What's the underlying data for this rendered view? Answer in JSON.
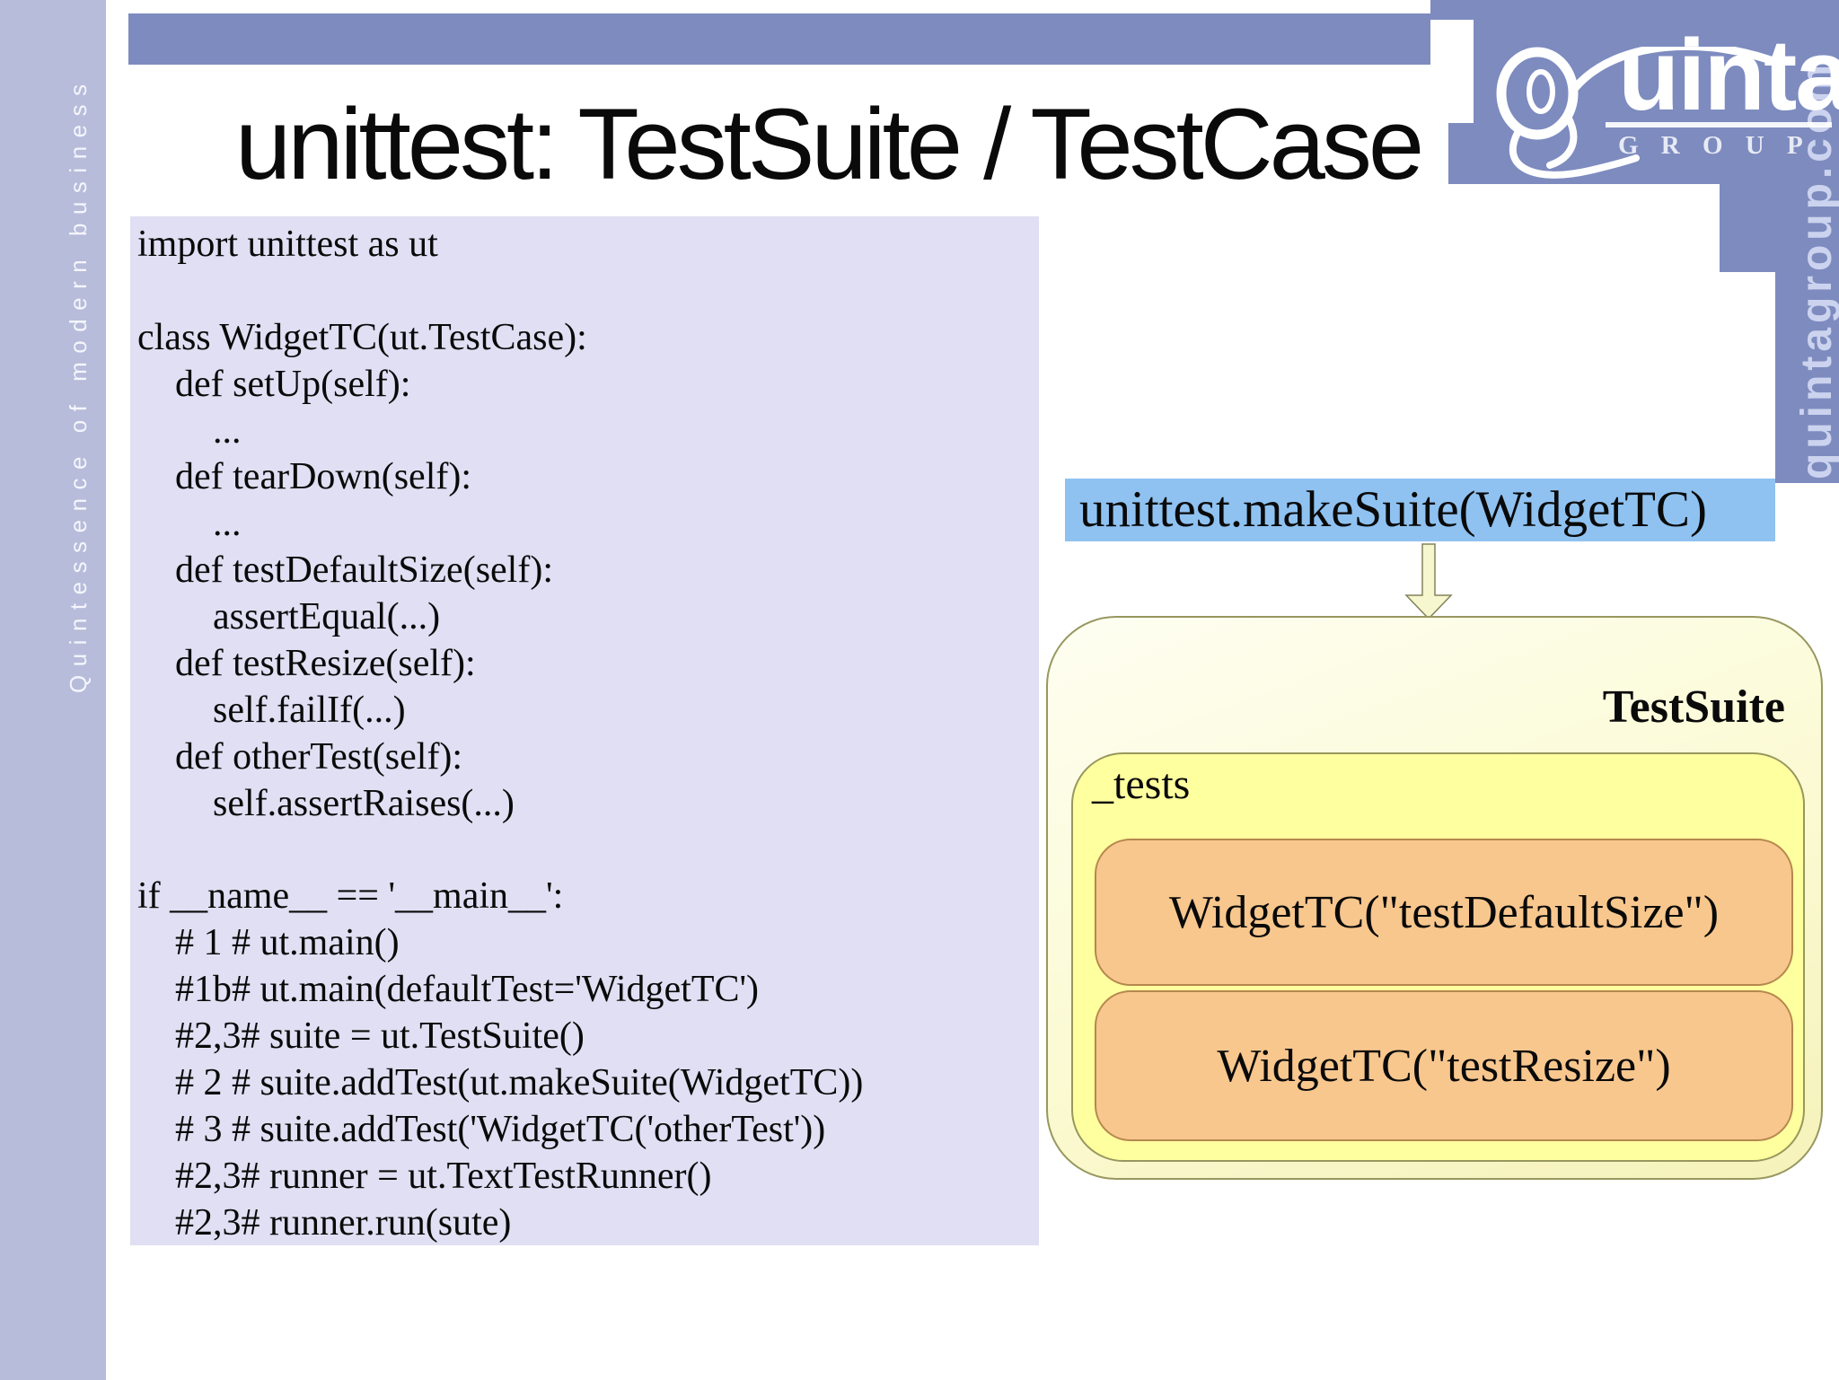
{
  "slide_title": "unittest: TestSuite / TestCase",
  "left_rail": {
    "vertical_text": "Quintessence of modern business"
  },
  "brand": {
    "wordmark_rest": "uinta",
    "subtext": "G R O U P",
    "site_vertical_text": "quintagroup.com"
  },
  "code_panel": {
    "lines": [
      "import unittest as ut",
      "",
      "class WidgetTC(ut.TestCase):",
      "    def setUp(self):",
      "        ...",
      "    def tearDown(self):",
      "        ...",
      "    def testDefaultSize(self):",
      "        assertEqual(...)",
      "    def testResize(self):",
      "        self.failIf(...)",
      "    def otherTest(self):",
      "        self.assertRaises(...)",
      "",
      "if __name__ == '__main__':",
      "    # 1 # ut.main()",
      "    #1b# ut.main(defaultTest='WidgetTC')",
      "    #2,3# suite = ut.TestSuite()",
      "    # 2 # suite.addTest(ut.makeSuite(WidgetTC))",
      "    # 3 # suite.addTest('WidgetTC('otherTest'))",
      "    #2,3# runner = ut.TextTestRunner()",
      "    #2,3# runner.run(sute)"
    ]
  },
  "callout": {
    "text": "unittest.makeSuite(WidgetTC)"
  },
  "diagram": {
    "suite_label": "TestSuite",
    "tests_label": "_tests",
    "test_cases": [
      "WidgetTC(\"testDefaultSize\")",
      "WidgetTC(\"testResize\")"
    ]
  },
  "colors": {
    "rail": "#b7bcda",
    "bar": "#7d8bbf",
    "code_bg": "#e0dff3",
    "highlight": "#8fc2f1",
    "suite_fill": "#fbfad2",
    "tests_fill": "#feff9e",
    "case_fill": "#f8c78e",
    "case_border": "#b5874e",
    "arrow_fill": "#f7f7cf"
  }
}
